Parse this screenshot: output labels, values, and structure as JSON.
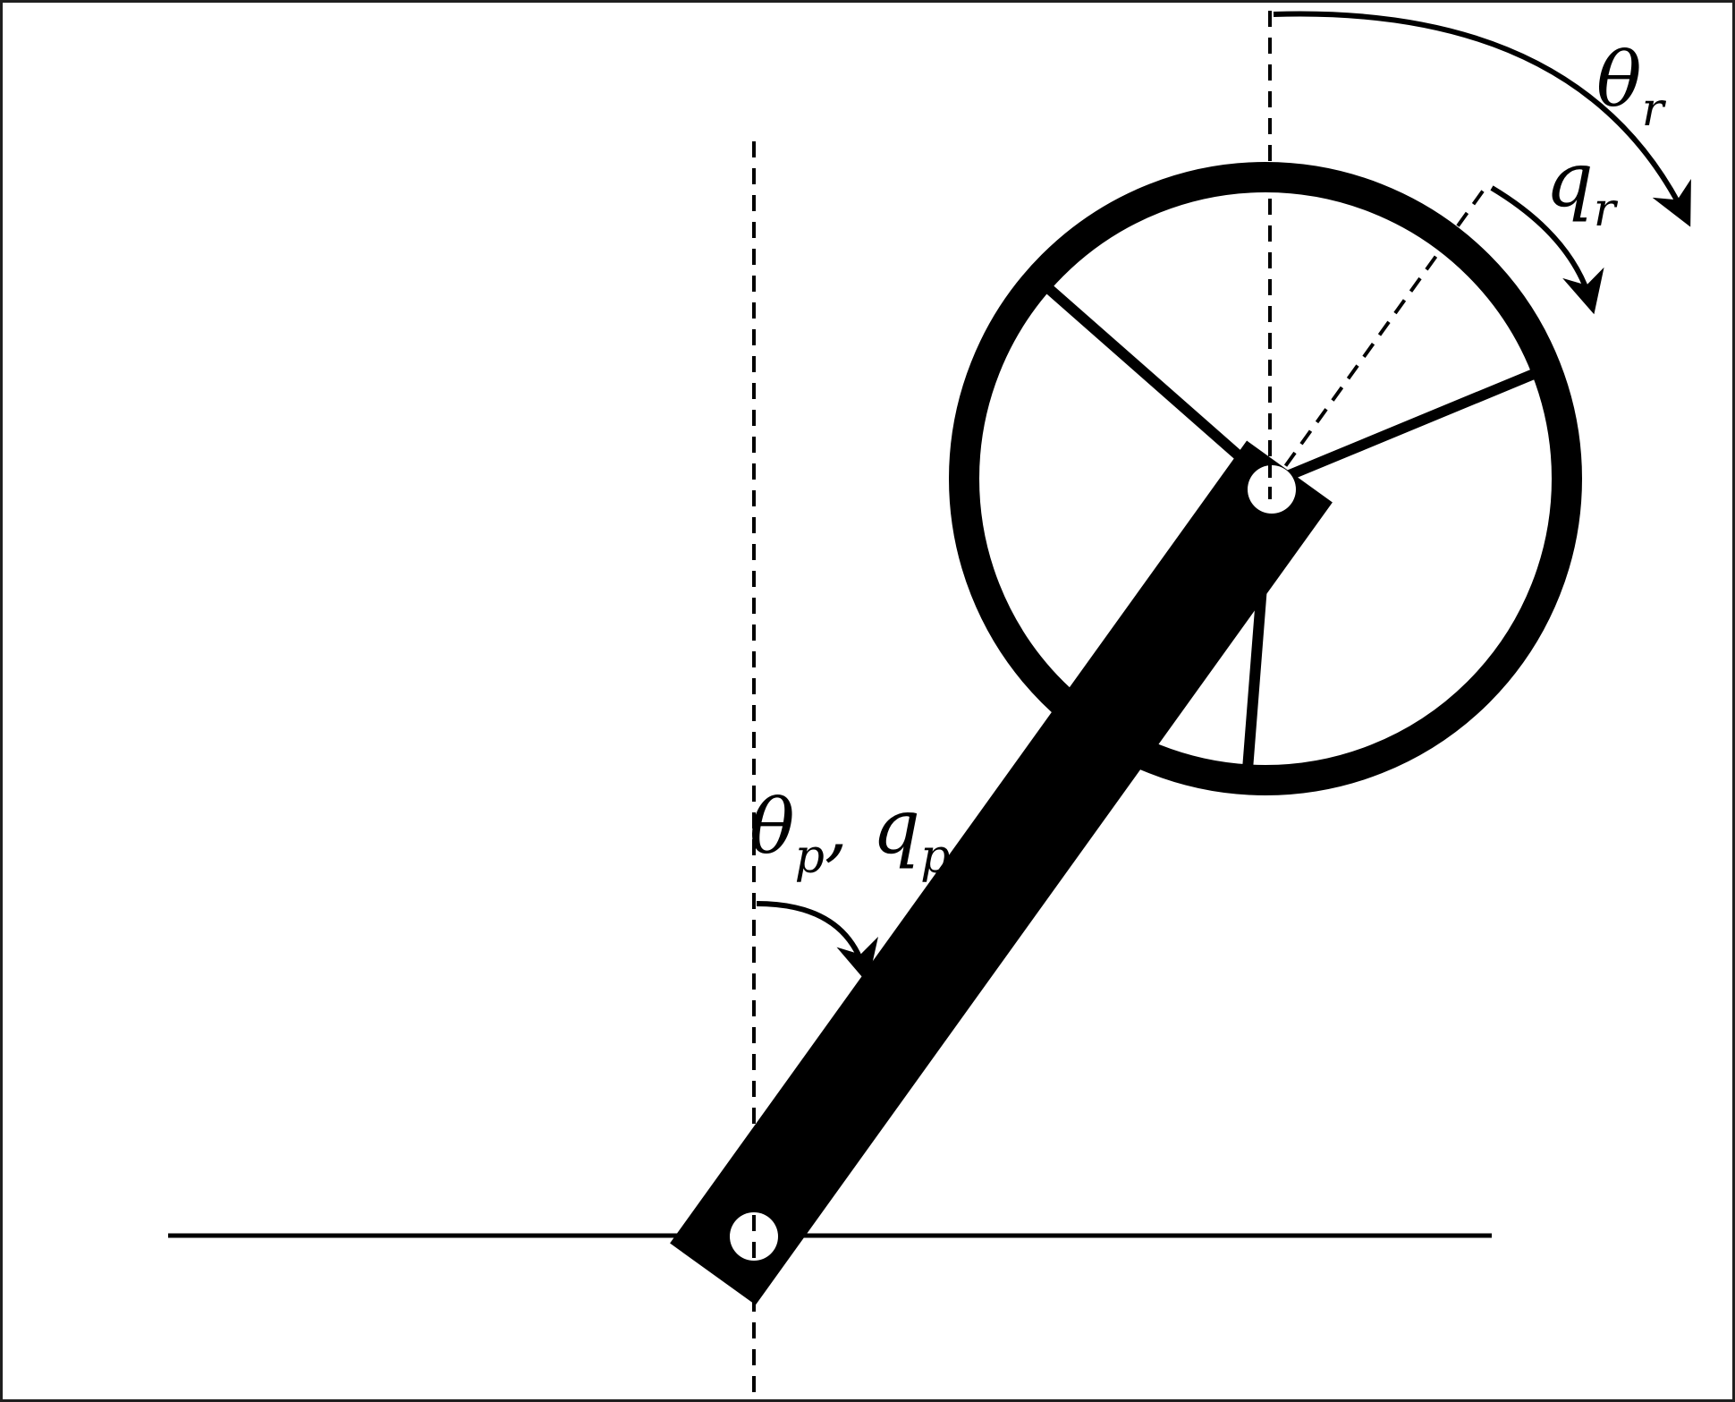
{
  "diagram": {
    "colors": {
      "background": "#ffffff",
      "frame": "#1f1f1f",
      "ink": "#000000",
      "hole": "#ffffff"
    },
    "labels": {
      "theta_r": {
        "symbol": "θ",
        "sub": "r"
      },
      "q_r": {
        "symbol": "q",
        "sub": "r"
      },
      "theta_p_q_p": {
        "symbol1": "θ",
        "sub1": "p",
        "sep": ", ",
        "symbol2": "q",
        "sub2": "p"
      }
    }
  }
}
